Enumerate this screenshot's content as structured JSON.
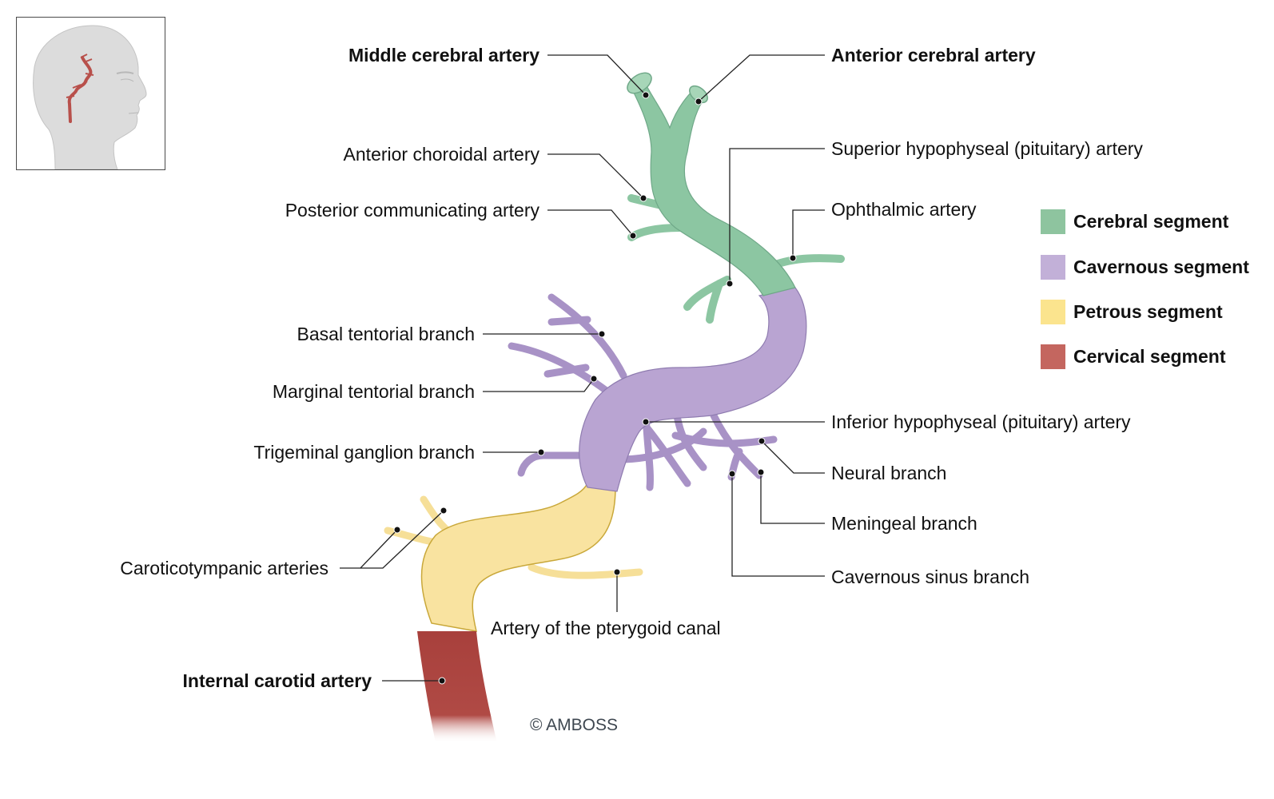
{
  "figure": {
    "copyright": "© AMBOSS",
    "thumbnail": {
      "icon": "head-profile-with-carotid-icon",
      "artery_color": "#b8504b",
      "head_color": "#dcdcdc"
    }
  },
  "legend": [
    {
      "label": "Cerebral segment",
      "color": "#8ec49f"
    },
    {
      "label": "Cavernous segment",
      "color": "#c2b0d8"
    },
    {
      "label": "Petrous segment",
      "color": "#fbe48e"
    },
    {
      "label": "Cervical segment",
      "color": "#c4665f"
    }
  ],
  "segment_colors": {
    "cerebral": "#8cc6a2",
    "cavernous": "#b9a4d2",
    "petrous": "#f9e3a0",
    "cervical": "#a8403c",
    "outline_petrous": "#c9a83a"
  },
  "labels": {
    "left": [
      {
        "id": "middle-cerebral-artery",
        "text": "Middle cerebral artery",
        "bold": true
      },
      {
        "id": "anterior-choroidal-artery",
        "text": "Anterior choroidal artery",
        "bold": false
      },
      {
        "id": "posterior-communicating-artery",
        "text": "Posterior communicating artery",
        "bold": false
      },
      {
        "id": "basal-tentorial-branch",
        "text": "Basal tentorial branch",
        "bold": false
      },
      {
        "id": "marginal-tentorial-branch",
        "text": "Marginal tentorial branch",
        "bold": false
      },
      {
        "id": "trigeminal-ganglion-branch",
        "text": "Trigeminal ganglion branch",
        "bold": false
      },
      {
        "id": "caroticotympanic-arteries",
        "text": "Caroticotympanic arteries",
        "bold": false
      },
      {
        "id": "internal-carotid-artery",
        "text": "Internal carotid artery",
        "bold": true
      }
    ],
    "right": [
      {
        "id": "anterior-cerebral-artery",
        "text": "Anterior cerebral artery",
        "bold": true
      },
      {
        "id": "superior-hypophyseal-artery",
        "text": "Superior hypophyseal (pituitary) artery",
        "bold": false
      },
      {
        "id": "ophthalmic-artery",
        "text": "Ophthalmic artery",
        "bold": false
      },
      {
        "id": "inferior-hypophyseal-artery",
        "text": "Inferior hypophyseal (pituitary) artery",
        "bold": false
      },
      {
        "id": "neural-branch",
        "text": "Neural branch",
        "bold": false
      },
      {
        "id": "meningeal-branch",
        "text": "Meningeal branch",
        "bold": false
      },
      {
        "id": "cavernous-sinus-branch",
        "text": "Cavernous sinus branch",
        "bold": false
      }
    ],
    "bottom": [
      {
        "id": "artery-of-the-pterygoid-canal",
        "text": "Artery of the pterygoid canal",
        "bold": false
      }
    ]
  }
}
